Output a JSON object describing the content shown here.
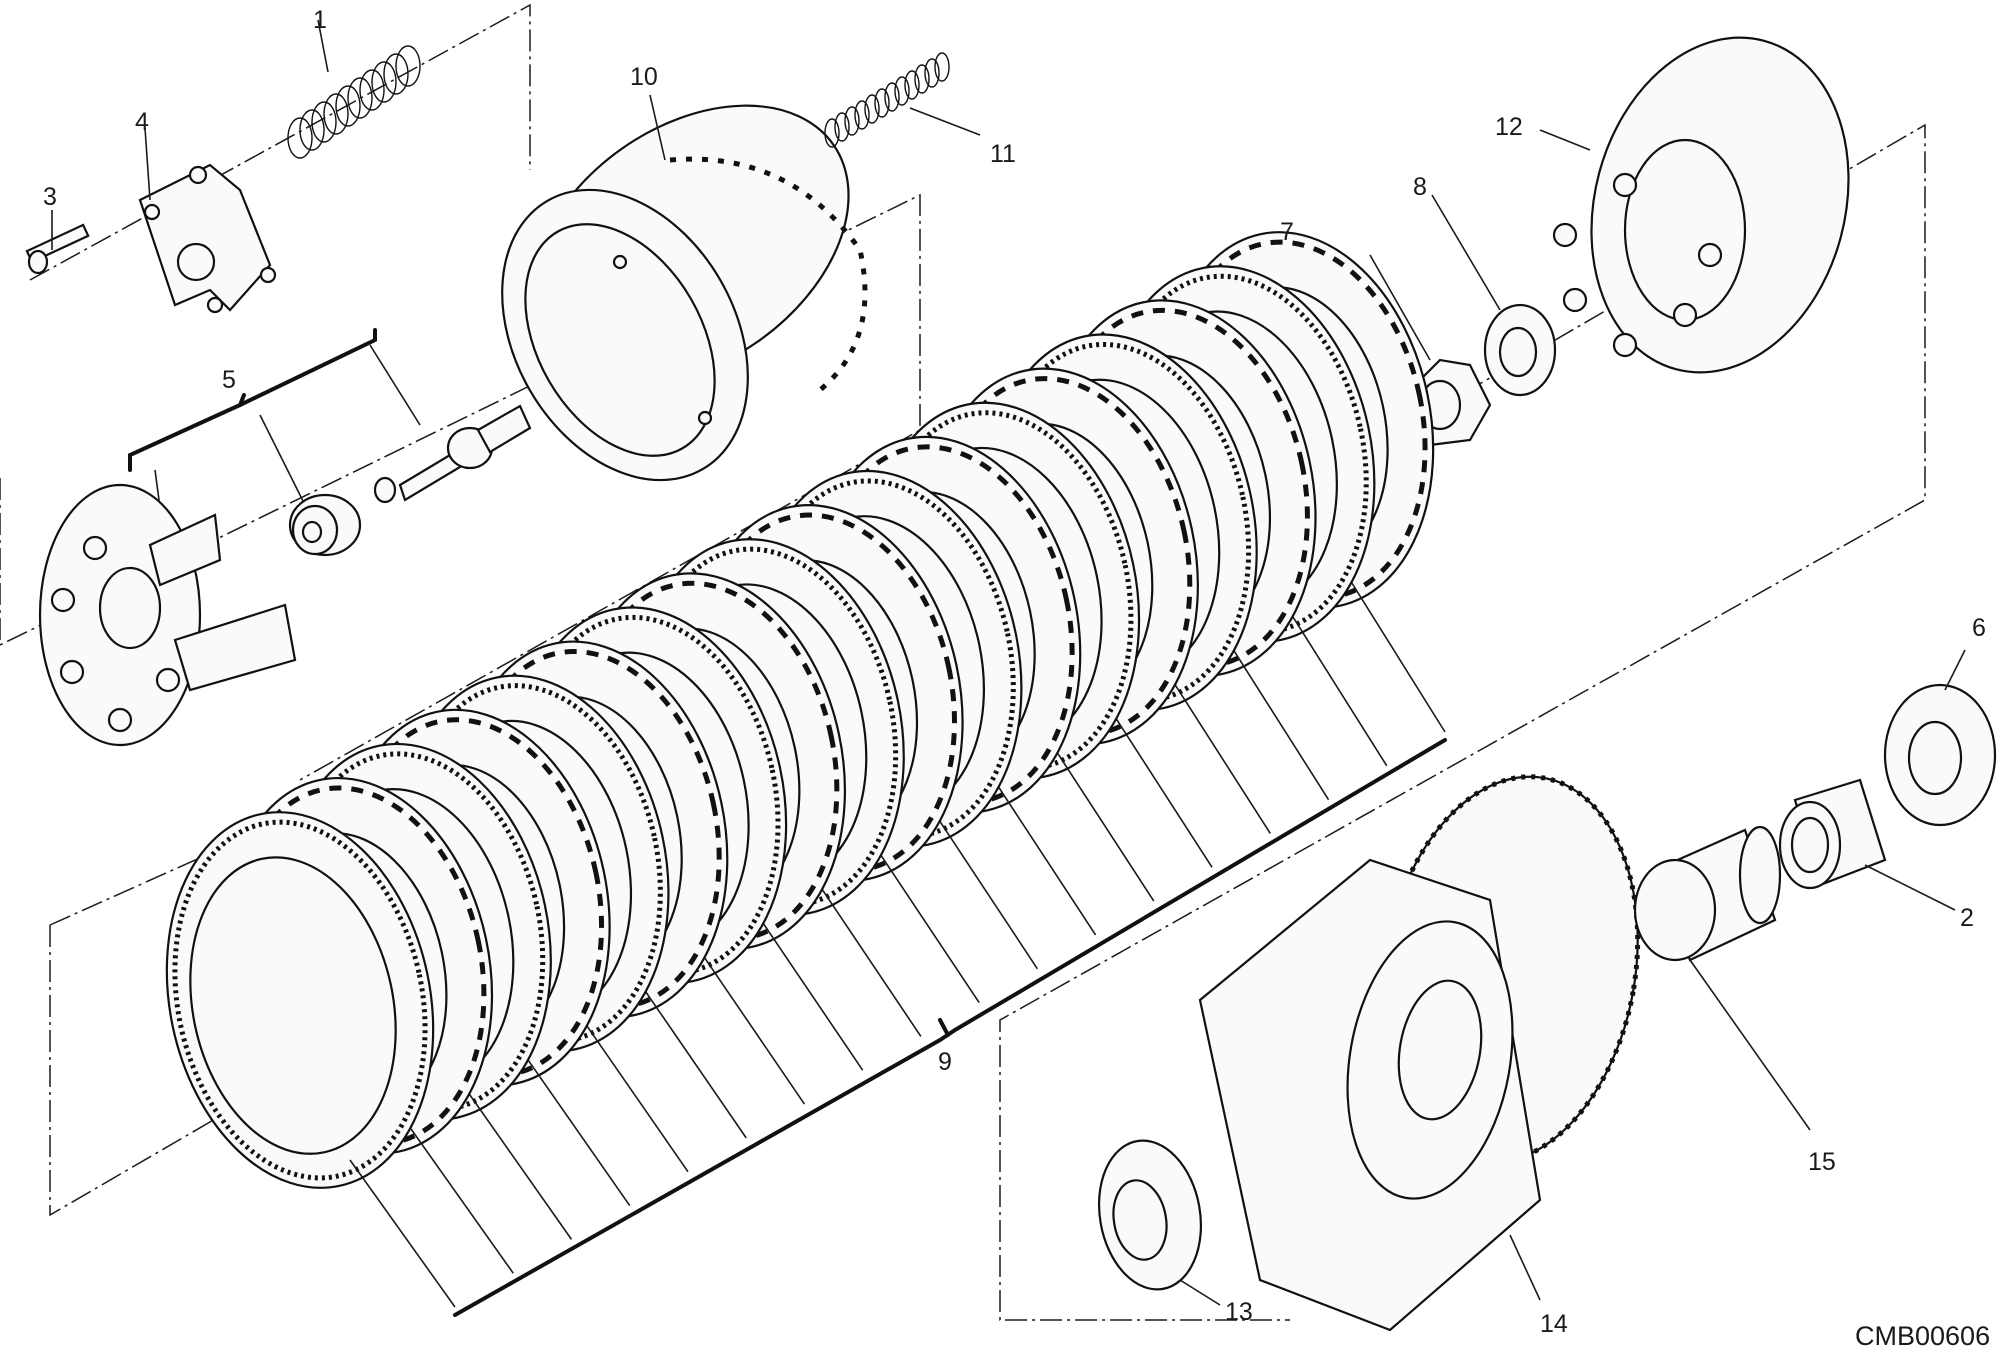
{
  "diagram": {
    "callouts": [
      {
        "id": "1",
        "text": "1"
      },
      {
        "id": "2",
        "text": "2"
      },
      {
        "id": "3",
        "text": "3"
      },
      {
        "id": "4",
        "text": "4"
      },
      {
        "id": "5",
        "text": "5"
      },
      {
        "id": "6",
        "text": "6"
      },
      {
        "id": "7",
        "text": "7"
      },
      {
        "id": "8",
        "text": "8"
      },
      {
        "id": "9",
        "text": "9"
      },
      {
        "id": "10",
        "text": "10"
      },
      {
        "id": "11",
        "text": "11"
      },
      {
        "id": "12",
        "text": "12"
      },
      {
        "id": "13",
        "text": "13"
      },
      {
        "id": "14",
        "text": "14"
      },
      {
        "id": "15",
        "text": "15"
      }
    ],
    "drawing_code": "CMB00606"
  }
}
